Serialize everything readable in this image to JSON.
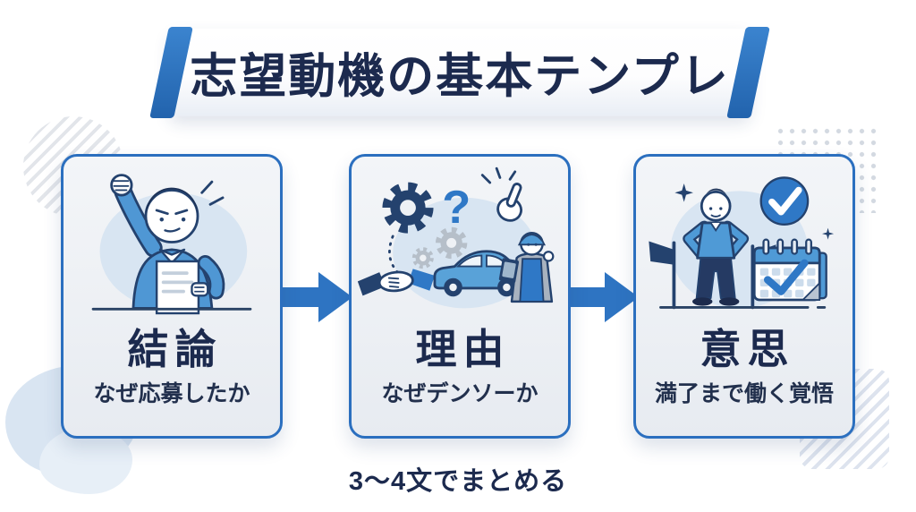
{
  "colors": {
    "accent_blue": "#2e74c2",
    "deep_navy": "#24426e",
    "text_navy": "#1c2a4e",
    "card_border": "#2b6fbf",
    "illo_bg": "#d8e5f2",
    "illo_blue": "#4f97d4",
    "gray_gear": "#b6bfc9"
  },
  "title": {
    "text": "志望動機の基本テンプレ"
  },
  "steps": [
    {
      "heading": "結論",
      "subtitle": "なぜ応募したか",
      "illustration": "man-raising-fist-holding-document"
    },
    {
      "heading": "理由",
      "subtitle": "なぜデンソーか",
      "illustration": "gears-question-cursor-handshake-car-worker",
      "art": {
        "question_mark": "?"
      }
    },
    {
      "heading": "意思",
      "subtitle": "満了まで働く覚悟",
      "illustration": "man-goal-flags-checkmark-calendar"
    }
  ],
  "arrows": [
    {
      "direction": "right"
    },
    {
      "direction": "right"
    }
  ],
  "footer": {
    "note": "3〜4文でまとめる"
  }
}
